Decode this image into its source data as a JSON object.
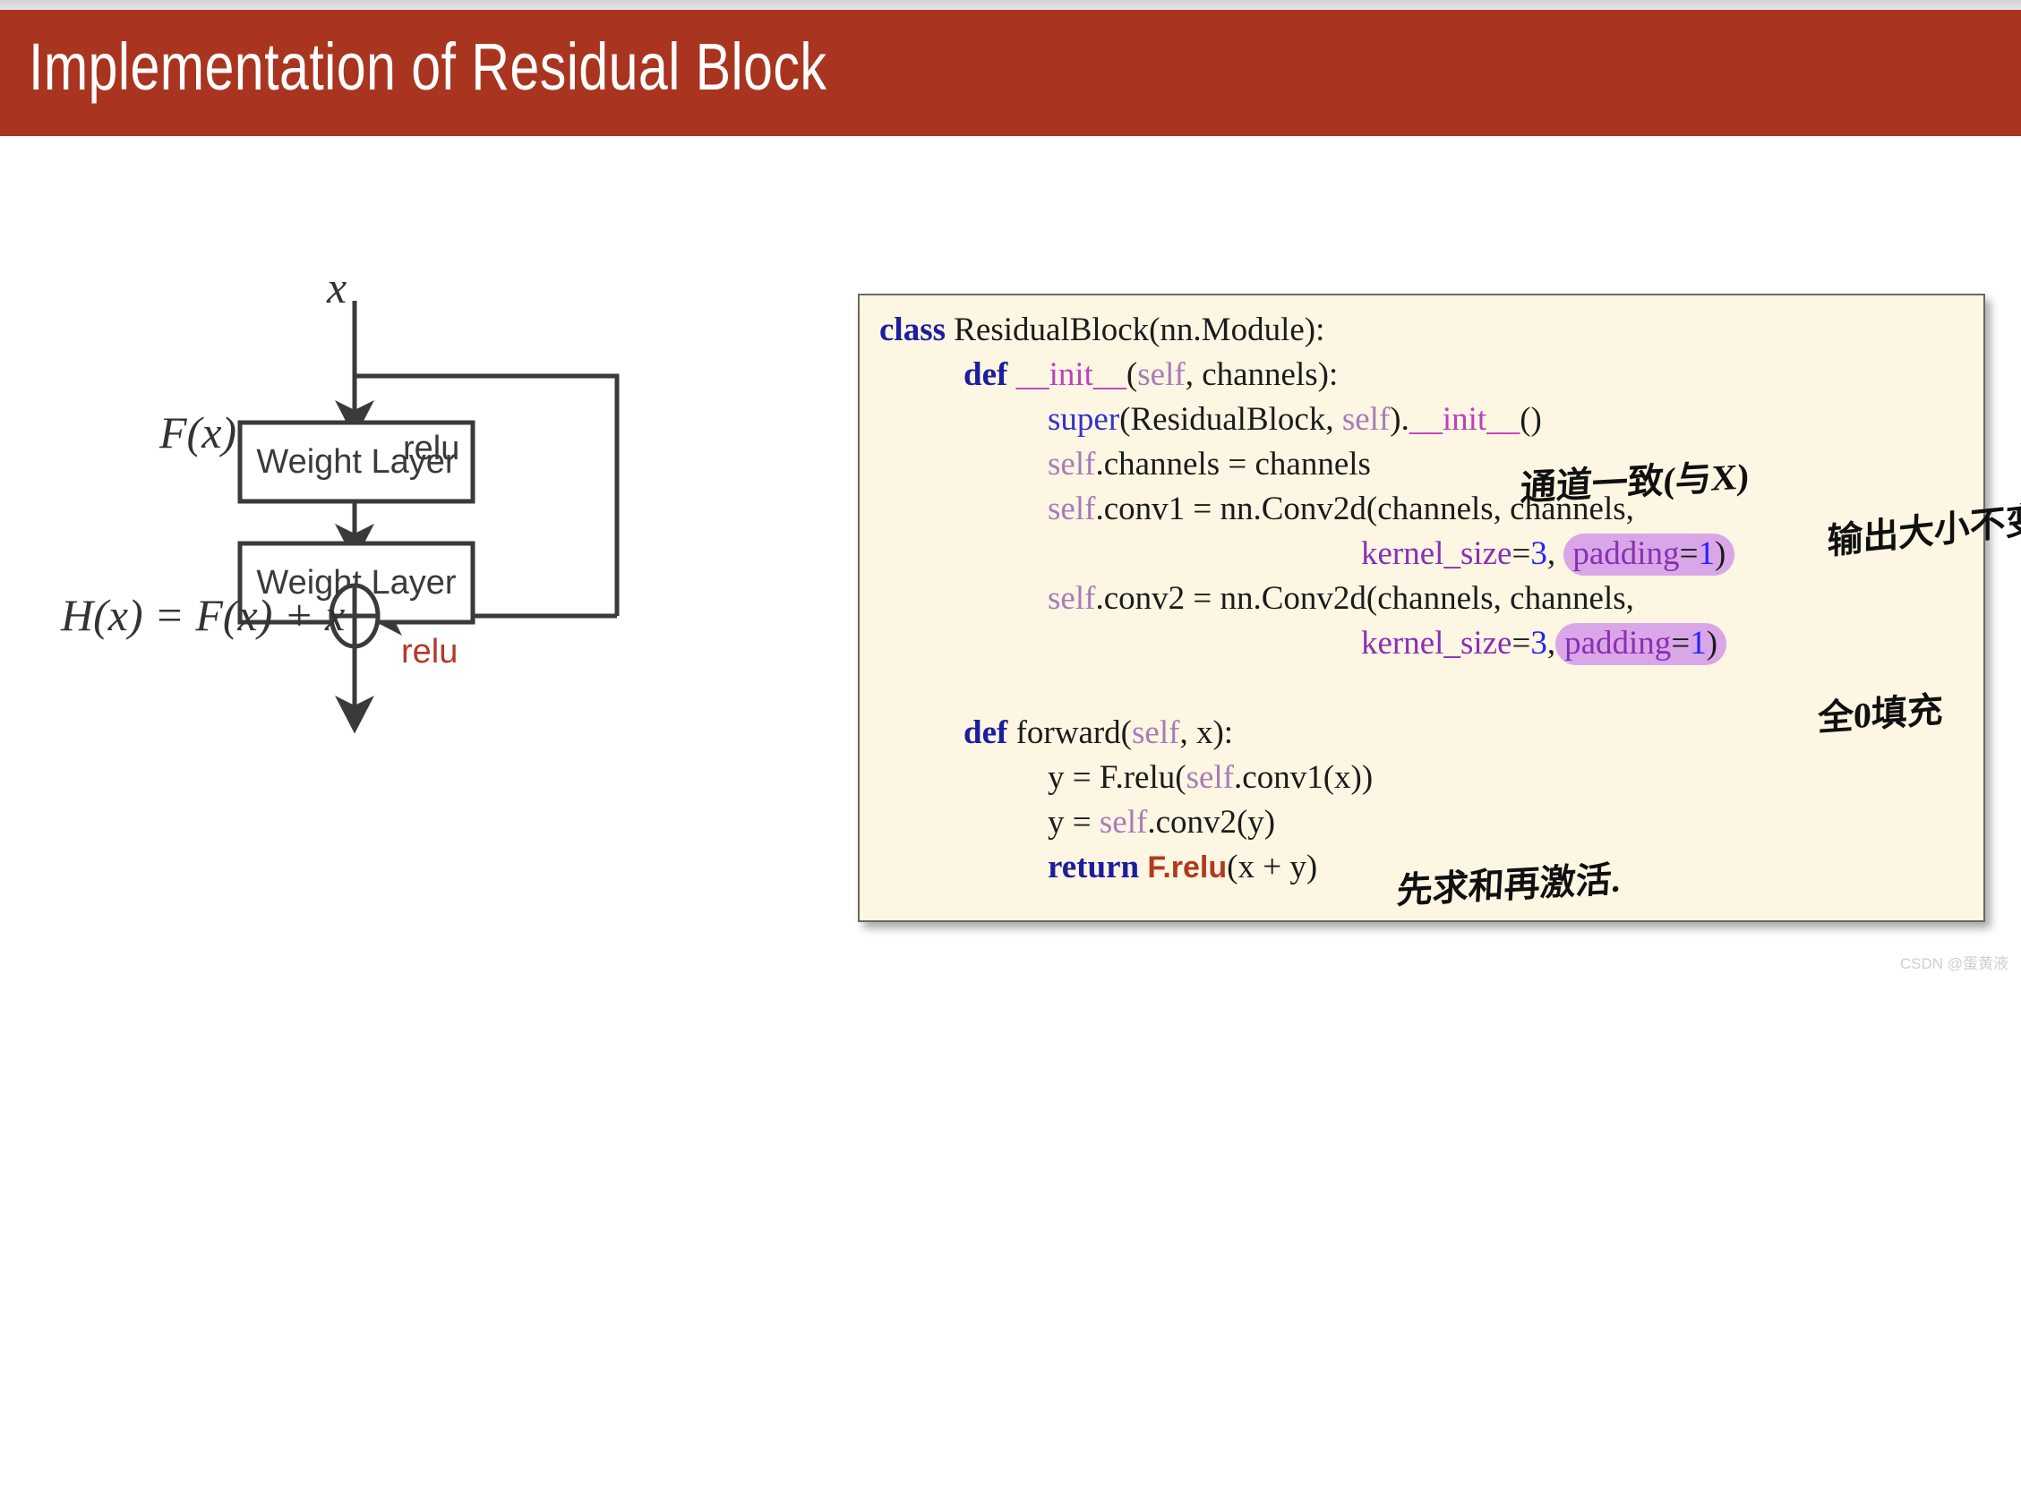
{
  "slide": {
    "title": "Implementation of Residual Block",
    "banner_color": "#a93520",
    "background_color": "#ffffff"
  },
  "diagram": {
    "input_label": "x",
    "residual_label": "F(x)",
    "output_label": "H(x) = F(x) + x",
    "box1_label": "Weight Layer",
    "box2_label": "Weight Layer",
    "mid_relu_label": "relu",
    "out_relu_label": "relu",
    "out_relu_color": "#b23a26",
    "sum_symbol": "plus-circle"
  },
  "code": {
    "background_color": "#fdf6e3",
    "border_color": "#6b6b5e",
    "lines": [
      {
        "id": "l1",
        "indent": 0,
        "text": "class ResidualBlock(nn.Module):"
      },
      {
        "id": "l2",
        "indent": 1,
        "text": "def __init__(self, channels):"
      },
      {
        "id": "l3",
        "indent": 2,
        "text": "super(ResidualBlock, self).__init__()"
      },
      {
        "id": "l4",
        "indent": 2,
        "text": "self.channels = channels"
      },
      {
        "id": "l5",
        "indent": 2,
        "text": "self.conv1 = nn.Conv2d(channels, channels,"
      },
      {
        "id": "l6",
        "indent": 6,
        "text": "kernel_size=3, padding=1)"
      },
      {
        "id": "l7",
        "indent": 2,
        "text": "self.conv2 = nn.Conv2d(channels, channels,"
      },
      {
        "id": "l8",
        "indent": 6,
        "text": "kernel_size=3, padding=1)"
      },
      {
        "id": "l9",
        "indent": 0,
        "text": ""
      },
      {
        "id": "l10",
        "indent": 1,
        "text": "def forward(self, x):"
      },
      {
        "id": "l11",
        "indent": 2,
        "text": "y = F.relu(self.conv1(x))"
      },
      {
        "id": "l12",
        "indent": 2,
        "text": "y = self.conv2(y)"
      },
      {
        "id": "l13",
        "indent": 2,
        "text": "return F.relu(x + y)"
      }
    ],
    "tokens": {
      "kw_class": "class",
      "kw_def": "def",
      "kw_return": "return",
      "name_class": " ResidualBlock(nn.Module):",
      "dunder_init": "__init__",
      "self": "self",
      "super": "super",
      "kernel_size": "kernel_size",
      "padding": "padding",
      "num_three": "3",
      "num_one": "1",
      "f_relu": "F.relu"
    },
    "highlight_color": "#d9a7e8"
  },
  "annotations": [
    {
      "id": "hw-1",
      "text": "通道一致(与X)"
    },
    {
      "id": "hw-2",
      "text": "输出大小不变"
    },
    {
      "id": "hw-3",
      "text": "全0填充"
    },
    {
      "id": "hw-4",
      "text": "先求和再激活."
    }
  ],
  "watermark": {
    "text": "CSDN @蛋黄液"
  }
}
